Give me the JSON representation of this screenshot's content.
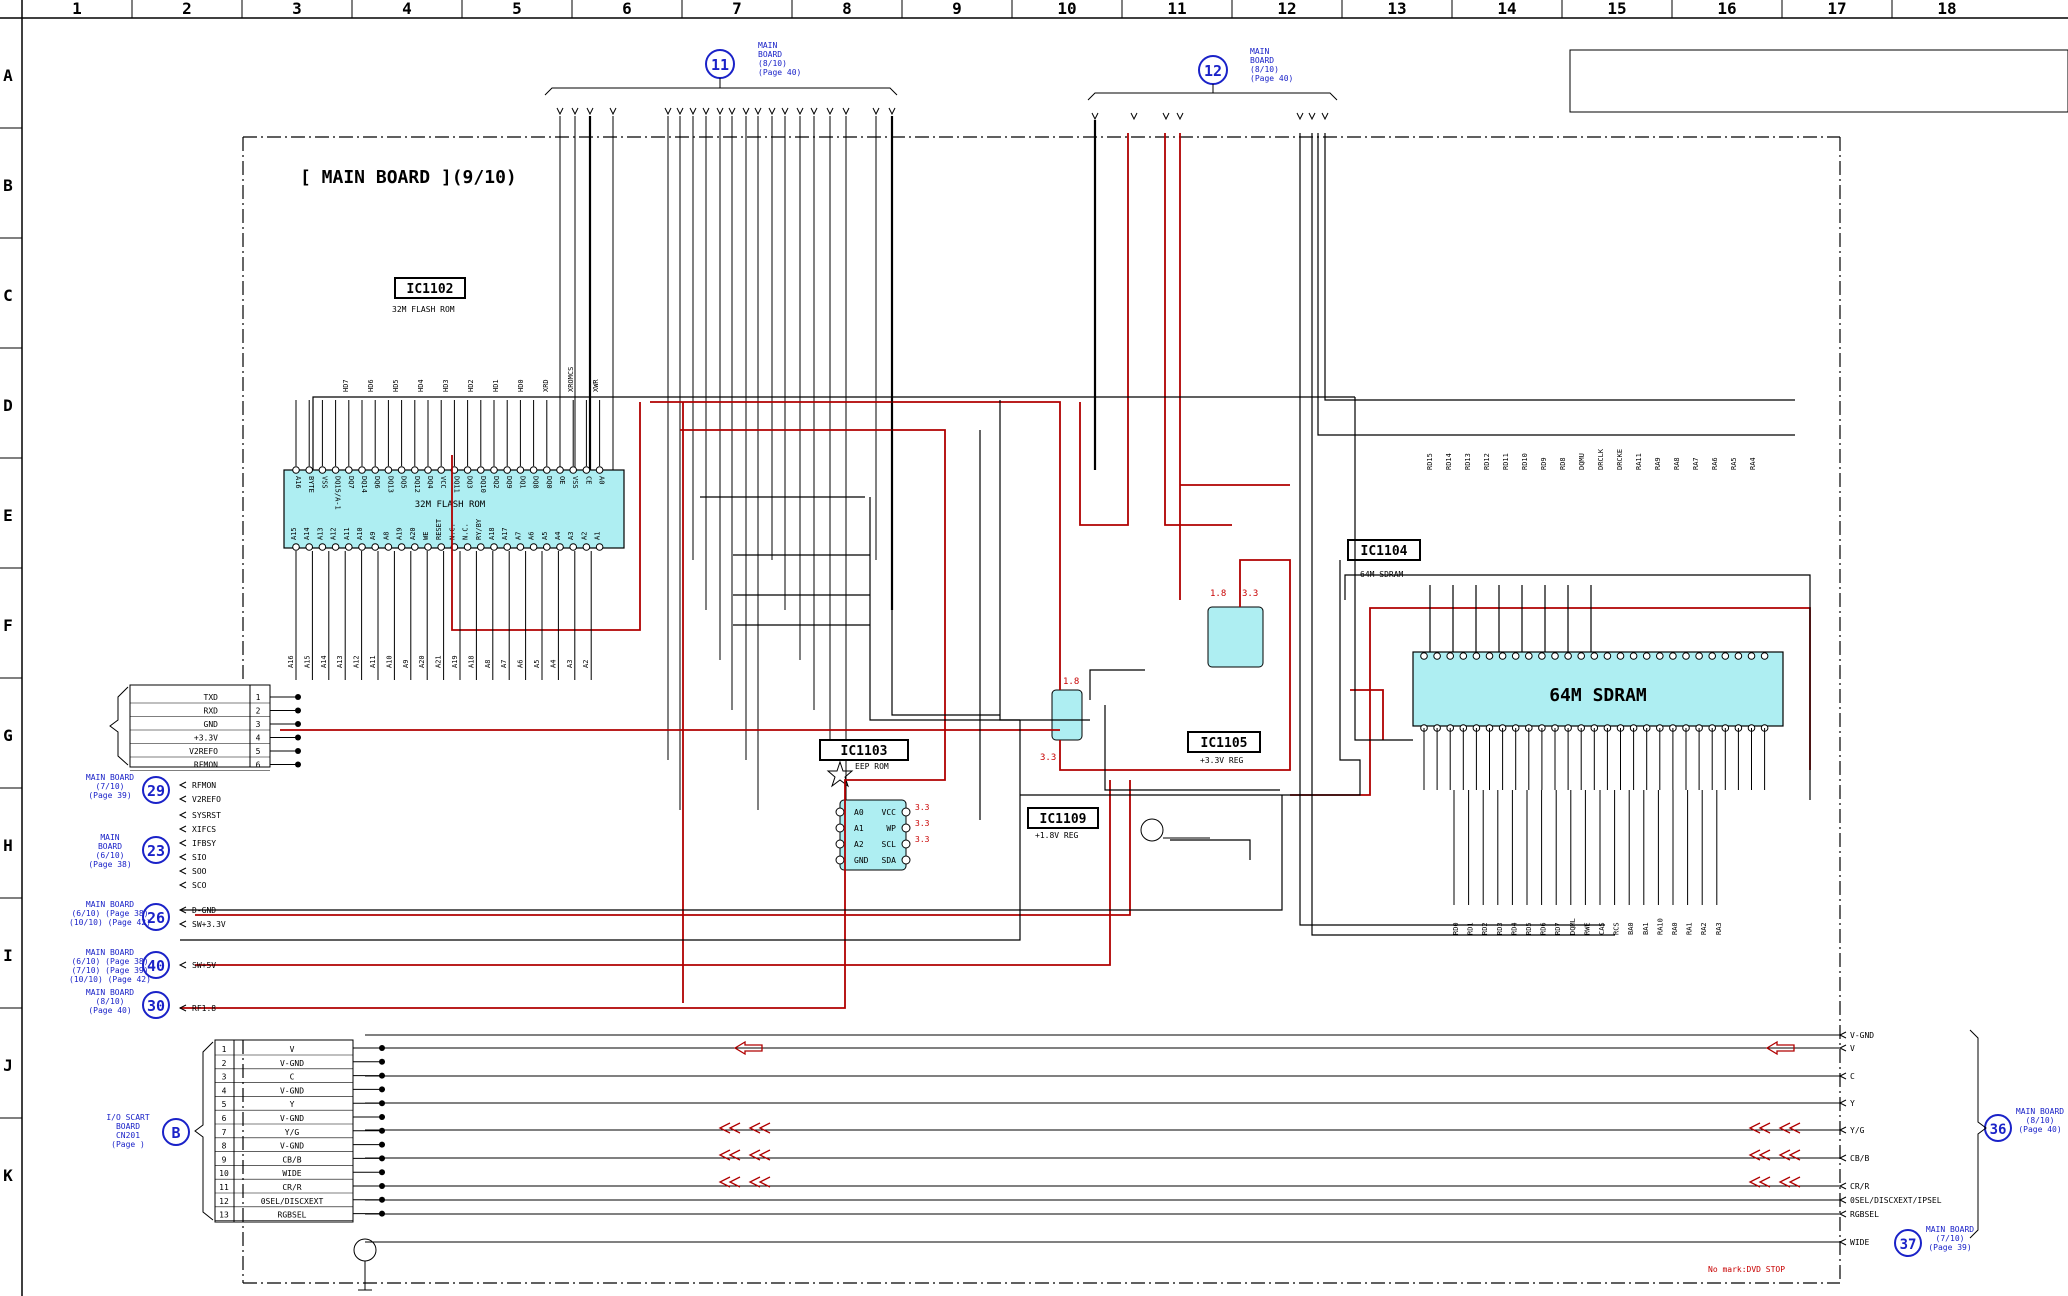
{
  "grid": {
    "columns": [
      "1",
      "2",
      "3",
      "4",
      "5",
      "6",
      "7",
      "8",
      "9",
      "10",
      "11",
      "12",
      "13",
      "14",
      "15",
      "16",
      "17",
      "18"
    ],
    "rows": [
      "A",
      "B",
      "C",
      "D",
      "E",
      "F",
      "G",
      "H",
      "I",
      "J",
      "K"
    ]
  },
  "title": "[ MAIN BOARD ](9/10)",
  "note": "No mark:DVD STOP",
  "colors": {
    "wire": "#000000",
    "power": "#b00000",
    "ref": "#1a22c8",
    "chip": "#aeeef2"
  },
  "refs_top": [
    {
      "num": "11",
      "text": "MAIN\nBOARD\n(8/10)\n(Page 40)"
    },
    {
      "num": "12",
      "text": "MAIN\nBOARD\n(8/10)\n(Page 40)"
    }
  ],
  "ics": [
    {
      "ref": "IC1102",
      "desc": "32M FLASH ROM",
      "body": "32M FLASH ROM"
    },
    {
      "ref": "IC1103",
      "desc": "EEP ROM"
    },
    {
      "ref": "IC1104",
      "desc": "64M SDRAM",
      "body": "64M SDRAM"
    },
    {
      "ref": "IC1105",
      "desc": "+3.3V REG"
    },
    {
      "ref": "IC1109",
      "desc": "+1.8V REG"
    }
  ],
  "ic1103_pins": [
    "A0",
    "A1",
    "A2",
    "GND",
    "VCC",
    "WP",
    "SCL",
    "SDA"
  ],
  "ic1103_voltages": [
    "3.3",
    "3.3",
    "3.3"
  ],
  "connector_left": [
    {
      "n": "1",
      "name": "TXD"
    },
    {
      "n": "2",
      "name": "RXD"
    },
    {
      "n": "3",
      "name": "GND"
    },
    {
      "n": "4",
      "name": "+3.3V"
    },
    {
      "n": "5",
      "name": "V2REFO"
    },
    {
      "n": "6",
      "name": "RFMON"
    }
  ],
  "left_refs": [
    {
      "num": "29",
      "text": "MAIN BOARD\n(7/10)\n(Page 39)",
      "signals": [
        "RFMON",
        "V2REFO"
      ]
    },
    {
      "num": "23",
      "text": "MAIN\nBOARD\n(6/10)\n(Page 38)",
      "signals": [
        "SYSRST",
        "XIFCS",
        "IFBSY",
        "SIO",
        "SOO",
        "SCO"
      ]
    },
    {
      "num": "26",
      "text": "MAIN BOARD\n(6/10) (Page 38)\n(10/10) (Page 42)",
      "signals": [
        "D-GND",
        "SW+3.3V"
      ]
    },
    {
      "num": "40",
      "text": "MAIN BOARD\n(6/10) (Page 38)\n(7/10) (Page 39)\n(10/10) (Page 42)",
      "signals": [
        "SW+5V"
      ]
    },
    {
      "num": "30",
      "text": "MAIN BOARD\n(8/10)\n(Page 40)",
      "signals": [
        "RF1.8"
      ]
    }
  ],
  "scart": {
    "ref": "B",
    "text": "I/O SCART\nBOARD\nCN201\n(Page   )",
    "pins": [
      {
        "n": "1",
        "name": "V"
      },
      {
        "n": "2",
        "name": "V-GND"
      },
      {
        "n": "3",
        "name": "C"
      },
      {
        "n": "4",
        "name": "V-GND"
      },
      {
        "n": "5",
        "name": "Y"
      },
      {
        "n": "6",
        "name": "V-GND"
      },
      {
        "n": "7",
        "name": "Y/G"
      },
      {
        "n": "8",
        "name": "V-GND"
      },
      {
        "n": "9",
        "name": "CB/B"
      },
      {
        "n": "10",
        "name": "WIDE"
      },
      {
        "n": "11",
        "name": "CR/R"
      },
      {
        "n": "12",
        "name": "0SEL/DISCXEXT"
      },
      {
        "n": "13",
        "name": "RGBSEL"
      }
    ]
  },
  "right_signals": [
    "V-GND",
    "V",
    "C",
    "Y",
    "Y/G",
    "CB/B",
    "CR/R",
    "0SEL/DISCXEXT/IPSEL",
    "RGBSEL",
    "WIDE"
  ],
  "right_refs": [
    {
      "num": "36",
      "text": "MAIN BOARD\n(8/10)\n(Page 40)"
    },
    {
      "num": "37",
      "text": "MAIN BOARD\n(7/10)\n(Page 39)"
    }
  ],
  "flash_top_pins": [
    "A16",
    "BYTE",
    "VSS",
    "DQ15/A-1",
    "DQ7",
    "DQ14",
    "DQ6",
    "DQ13",
    "DQ5",
    "DQ12",
    "DQ4",
    "VCC",
    "DQ11",
    "DQ3",
    "DQ10",
    "DQ2",
    "DQ9",
    "DQ1",
    "DQ8",
    "DQ0",
    "OE",
    "VSS",
    "CE",
    "A0"
  ],
  "flash_bottom_pins": [
    "A15",
    "A14",
    "A13",
    "A12",
    "A11",
    "A10",
    "A9",
    "A8",
    "A19",
    "A20",
    "WE",
    "RESET",
    "N.C.",
    "N.C.",
    "RY/BY",
    "A18",
    "A17",
    "A7",
    "A6",
    "A5",
    "A4",
    "A3",
    "A2",
    "A1"
  ],
  "flash_addr_bottom": [
    "A16",
    "A15",
    "A14",
    "A13",
    "A12",
    "A11",
    "A10",
    "A9",
    "A20",
    "A21",
    "A19",
    "A18",
    "A8",
    "A7",
    "A6",
    "A5",
    "A4",
    "A3",
    "A2"
  ],
  "flash_data_top": [
    "HD7",
    "HD6",
    "HD5",
    "HD4",
    "HD3",
    "HD2",
    "HD1",
    "HD0",
    "XRD",
    "XROMCS",
    "XWR"
  ],
  "sdram_top_labels": [
    "RD15",
    "RD14",
    "RD13",
    "RD12",
    "RD11",
    "RD10",
    "RD9",
    "RD8",
    "DQMU",
    "DRCLK",
    "DRCKE",
    "RA11",
    "RA9",
    "RA8",
    "RA7",
    "RA6",
    "RA5",
    "RA4"
  ],
  "sdram_bottom_labels": [
    "RD0",
    "RD1",
    "RD2",
    "RD3",
    "RD4",
    "RD5",
    "RD6",
    "RD7",
    "DQML",
    "RWE",
    "CAS",
    "RCS",
    "BA0",
    "BA1",
    "RA10",
    "RA0",
    "RA1",
    "RA2",
    "RA3"
  ],
  "reg_pins": {
    "ic1109": [
      "1.8",
      "3.3"
    ],
    "ic1105": [
      "1.8",
      "3.3"
    ]
  }
}
